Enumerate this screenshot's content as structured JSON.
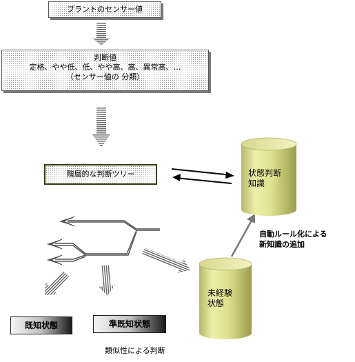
{
  "sensor_box": {
    "text": "プラントのセンサー値"
  },
  "judge_box": {
    "line1": "判断値",
    "line2": "定格、やや低、低、やや高、高、異常高、…",
    "line3": "（センサー値の 分類）"
  },
  "tree_box": {
    "text": "階層的な判断ツリー"
  },
  "knowledge_base": {
    "line1": "状態判断",
    "line2": "知識"
  },
  "unexperienced": {
    "line1": "未経験",
    "line2": "状態"
  },
  "known_state": {
    "text": "既知状態"
  },
  "semi_known_state": {
    "text": "準既知状態"
  },
  "similarity_label": {
    "text": "類似性による判断"
  },
  "new_knowledge_label": {
    "line1": "自動ルール化による",
    "line2": "新知識の追加"
  },
  "colors": {
    "cylinder_fill": "#e6e69a",
    "cylinder_shade": "#9c9c4e",
    "tree_box_border": "#3a3a14"
  }
}
